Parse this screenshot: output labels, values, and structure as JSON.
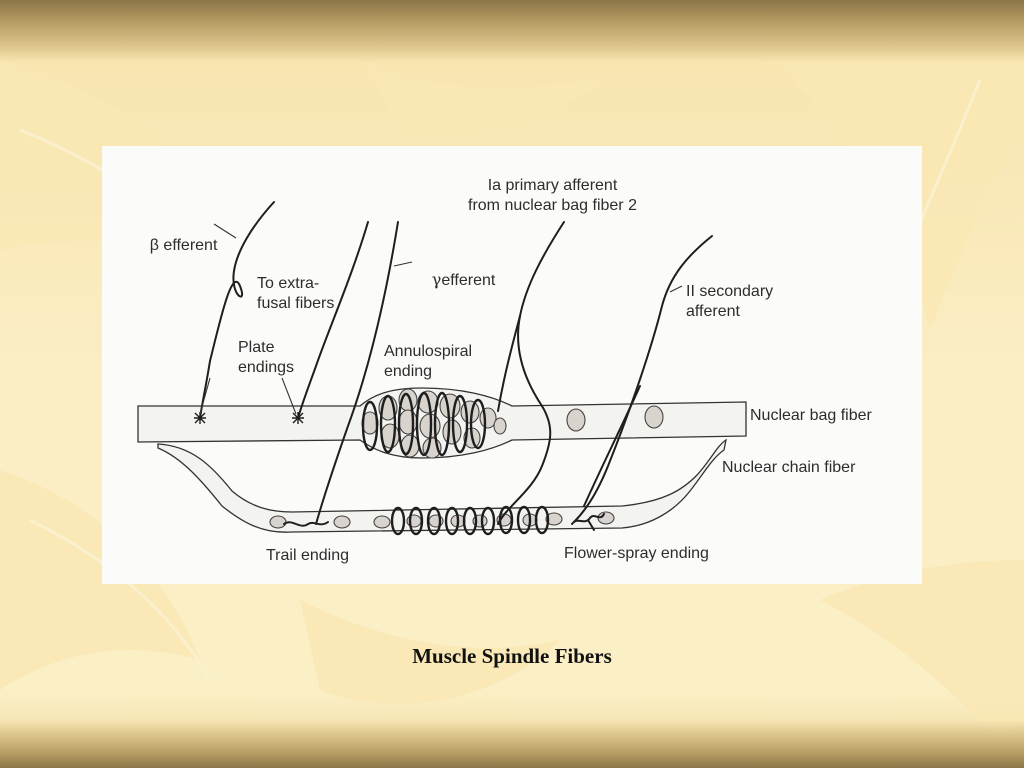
{
  "slide": {
    "caption": "Muscle Spindle Fibers",
    "colors": {
      "background": "#fbeec4",
      "band": "#8a7547",
      "panel": "#fbfbf9"
    }
  },
  "diagram": {
    "labels": {
      "beta_efferent": "β efferent",
      "to_extrafusal": "To extra-\nfusal fibers",
      "gamma_efferent_symbol": "γ",
      "gamma_efferent": "efferent",
      "ia_primary_afferent": "Ia primary afferent\nfrom nuclear bag fiber 2",
      "ii_secondary_afferent": "II secondary\nafferent",
      "plate_endings": "Plate\nendings",
      "annulospiral_ending": "Annulospiral\nending",
      "nuclear_bag_fiber": "Nuclear bag fiber",
      "nuclear_chain_fiber": "Nuclear chain fiber",
      "trail_ending": "Trail ending",
      "flower_spray_ending": "Flower-spray ending"
    }
  }
}
